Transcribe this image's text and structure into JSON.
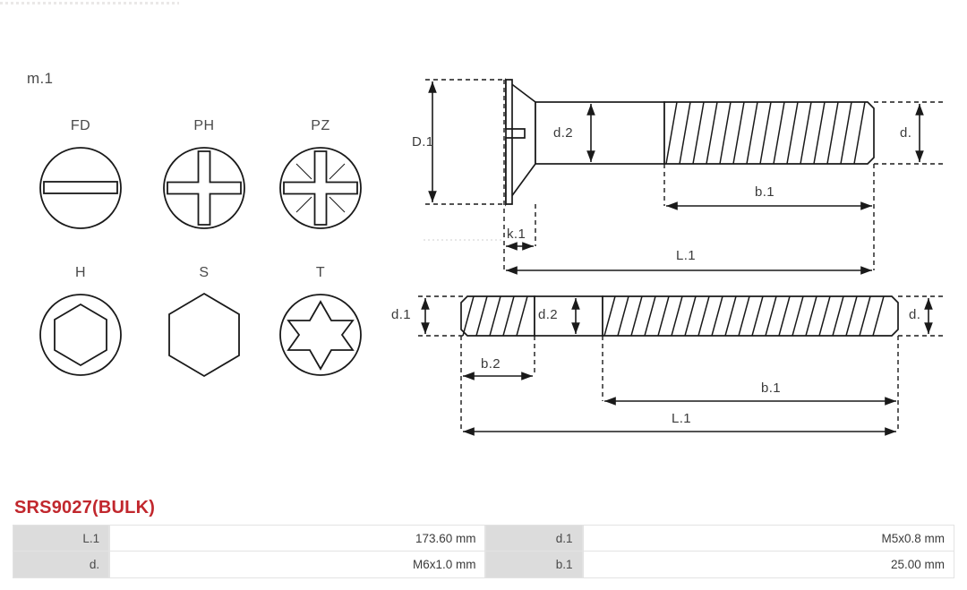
{
  "page": {
    "part_number": "SRS9027(BULK)",
    "accent_color": "#c1272d",
    "drive_section_label": "m.1"
  },
  "drive_types": [
    {
      "code": "FD",
      "icon": "slotted-drive-icon"
    },
    {
      "code": "PH",
      "icon": "phillips-drive-icon"
    },
    {
      "code": "PZ",
      "icon": "pozidriv-drive-icon"
    },
    {
      "code": "H",
      "icon": "hex-socket-drive-icon"
    },
    {
      "code": "S",
      "icon": "hex-head-drive-icon"
    },
    {
      "code": "T",
      "icon": "torx-drive-icon"
    }
  ],
  "screw_drawing": {
    "name": "countersunk-slotted-screw",
    "dimensions": {
      "head_diameter": "D.1",
      "head_height": "k.1",
      "shank_diameter": "d.2",
      "thread_diameter": "d.",
      "thread_length": "b.1",
      "total_length": "L.1"
    }
  },
  "stud_drawing": {
    "name": "double-end-stud",
    "dimensions": {
      "left_thread_diameter": "d.1",
      "shank_diameter": "d.2",
      "right_thread_diameter": "d.",
      "left_thread_length": "b.2",
      "right_thread_length": "b.1",
      "total_length": "L.1"
    }
  },
  "spec_table": {
    "rows": [
      {
        "k1": "L.1",
        "v1": "173.60 mm",
        "k2": "d.1",
        "v2": "M5x0.8 mm"
      },
      {
        "k1": "d.",
        "v1": "M6x1.0 mm",
        "k2": "b.1",
        "v2": "25.00 mm"
      }
    ]
  }
}
